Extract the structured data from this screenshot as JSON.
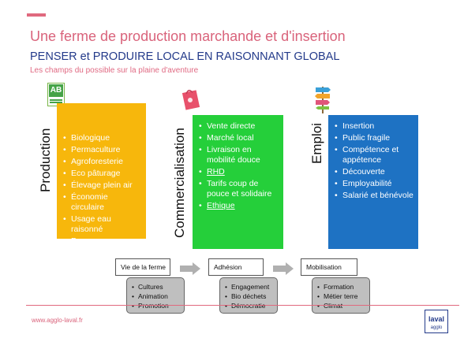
{
  "header": {
    "title": "Une ferme de production marchande et d'insertion",
    "subtitle": "PENSER et PRODUIRE LOCAL EN RAISONNANT GLOBAL",
    "tagline": "Les champs du possible sur la plaine d'aventure"
  },
  "columns": [
    {
      "heading": "Production",
      "items": [
        "Biologique",
        "Permaculture",
        "Agroforesterie",
        "Eco pâturage",
        "Élevage plein air",
        "Économie circulaire",
        "Usage eau raisonné",
        "Pas ou peu d'énergie fossile"
      ]
    },
    {
      "heading": "Commercialisation",
      "items": [
        "Vente directe",
        "Marché local",
        "Livraison en mobilité douce",
        "RHD",
        "Tarifs coup de pouce et solidaire",
        "Ethique"
      ]
    },
    {
      "heading": "Emploi",
      "items": [
        "Insertion",
        "Public fragile",
        "Compétence et appétence",
        "Découverte",
        "Employabilité",
        "Salarié et bénévole"
      ]
    }
  ],
  "flow": [
    {
      "label": "Vie de la ferme",
      "items": [
        "Cultures",
        "Animation",
        "Promotion"
      ]
    },
    {
      "label": "Adhésion",
      "items": [
        "Engagement",
        "Bio déchets",
        "Démocratie"
      ]
    },
    {
      "label": "Mobilisation",
      "items": [
        "Formation",
        "Métier terre",
        "Climat"
      ]
    }
  ],
  "logos": {
    "ab_text": "AB",
    "laval_text": "laval",
    "laval_sub": "agglo"
  },
  "footer": {
    "url": "www.agglo-laval.fr"
  },
  "colors": {
    "production": "#f7b70c",
    "commercialisation": "#25cf3a",
    "emploi": "#1e72c3",
    "accent": "#d9637b",
    "navy": "#233a8a"
  }
}
